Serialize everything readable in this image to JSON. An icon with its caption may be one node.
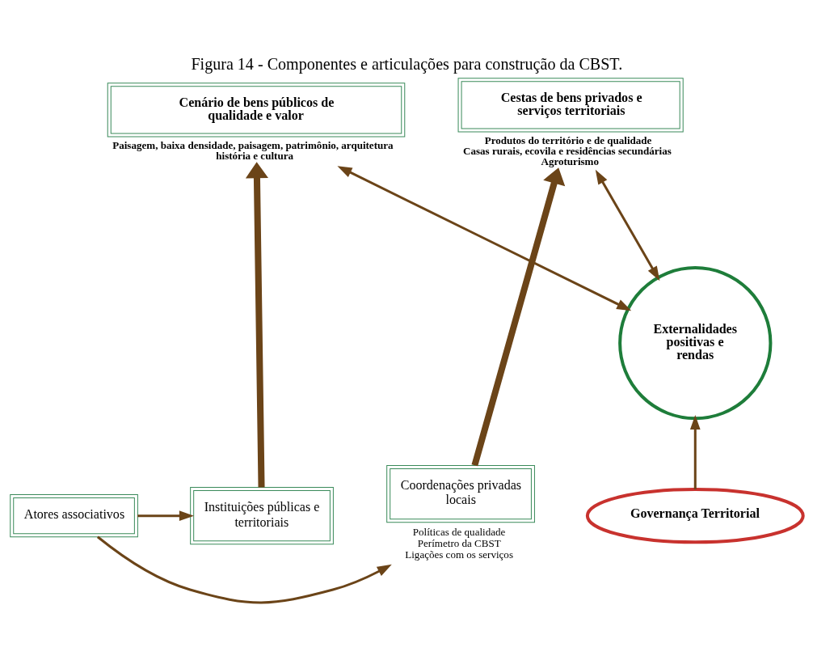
{
  "diagram": {
    "title": "Figura 14 - Componentes e articulações para construção da CBST.",
    "nodes": [
      {
        "text": [
          "Cestas de bens privados e serviços territoriais"
        ],
        "beside": [
          "Produtos do território e de qualidade",
          "Casas rurais, ecovila e residências secundárias",
          "Agroturismo"
        ]
      },
      {
        "text": [
          "Cenário de bens públicos de qualidade e valor"
        ],
        "beside": [
          "Paisagem, baixa densidade, paisagem, patrimônio, arquitetura",
          "história e cultura"
        ]
      },
      {
        "text": [
          "Externalidades positivas e rendas"
        ]
      },
      {
        "text": [
          "Governança Territorial"
        ]
      },
      {
        "text": [
          "Coordenações privadas locais"
        ],
        "beside": [
          "Políticas de qualidade",
          "Perímetro da CBST",
          "Ligações com os serviços"
        ]
      },
      {
        "text": [
          "Instituições públicas e territoriais"
        ]
      },
      {
        "text": [
          "Atores associativos"
        ]
      }
    ],
    "edges": [
      {
        "from": 0,
        "to": 2,
        "arrow": "both"
      },
      {
        "from": 1,
        "to": 2,
        "arrow": "both"
      },
      {
        "from": 3,
        "to": 2,
        "arrow": "to"
      },
      {
        "from": 4,
        "to": 0,
        "arrow": "to",
        "style": "thick"
      },
      {
        "from": 5,
        "to": 1,
        "arrow": "to",
        "style": "thick"
      },
      {
        "from": 6,
        "to": 4,
        "arrow": "to"
      },
      {
        "from": 6,
        "to": 5,
        "arrow": "to"
      }
    ]
  }
}
